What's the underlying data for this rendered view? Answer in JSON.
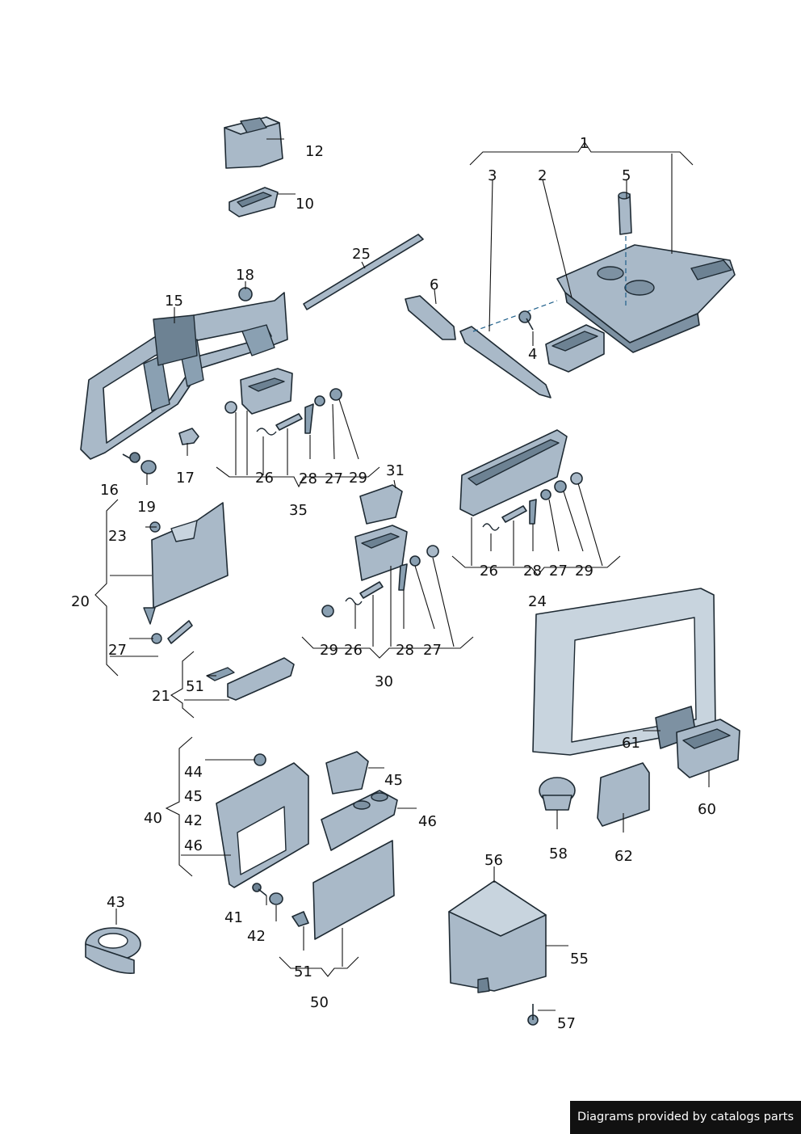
{
  "colors": {
    "part_fill": "#a9b9c8",
    "part_dark": "#6d8293",
    "part_shadow": "#4d6172",
    "outline": "#1e2a33",
    "footer_bg": "#111111"
  },
  "labels": {
    "l1": "1",
    "l2": "2",
    "l3": "3",
    "l4": "4",
    "l5": "5",
    "l6": "6",
    "l10": "10",
    "l12": "12",
    "l15": "15",
    "l16": "16",
    "l17": "17",
    "l18": "18",
    "l19": "19",
    "l20": "20",
    "l21": "21",
    "l23": "23",
    "l24": "24",
    "l25": "25",
    "l26a": "26",
    "l27a": "27",
    "l28a": "28",
    "l29a": "29",
    "l35": "35",
    "l26b": "26",
    "l28b": "28",
    "l27b": "27",
    "l29b": "29",
    "l27c": "27",
    "l31": "31",
    "l29d": "29",
    "l26d": "26",
    "l28d": "28",
    "l27d": "27",
    "l30": "30",
    "l51a": "51",
    "l44": "44",
    "l45a": "45",
    "l42a": "42",
    "l46a": "46",
    "l40": "40",
    "l45b": "45",
    "l46b": "46",
    "l41": "41",
    "l42b": "42",
    "l43": "43",
    "l51b": "51",
    "l50": "50",
    "l56": "56",
    "l55": "55",
    "l57": "57",
    "l58": "58",
    "l62": "62",
    "l60": "60",
    "l61": "61"
  },
  "footer": {
    "text": "Diagrams provided by catalogs parts"
  }
}
